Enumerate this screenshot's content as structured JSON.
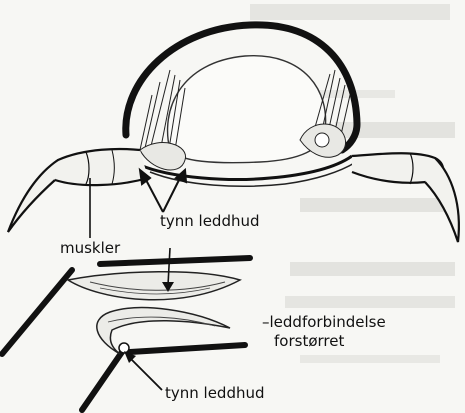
{
  "labels": {
    "joint_membrane_top": "tynn leddhud",
    "muscles": "muskler",
    "joint_enlarged_line1": "–leddforbindelse",
    "joint_enlarged_line2": "forstørret",
    "joint_membrane_bottom": "tynn leddhud"
  },
  "colors": {
    "ink": "#111111",
    "paper": "#f7f7f4",
    "bleed_through": "#c9c9c4"
  }
}
